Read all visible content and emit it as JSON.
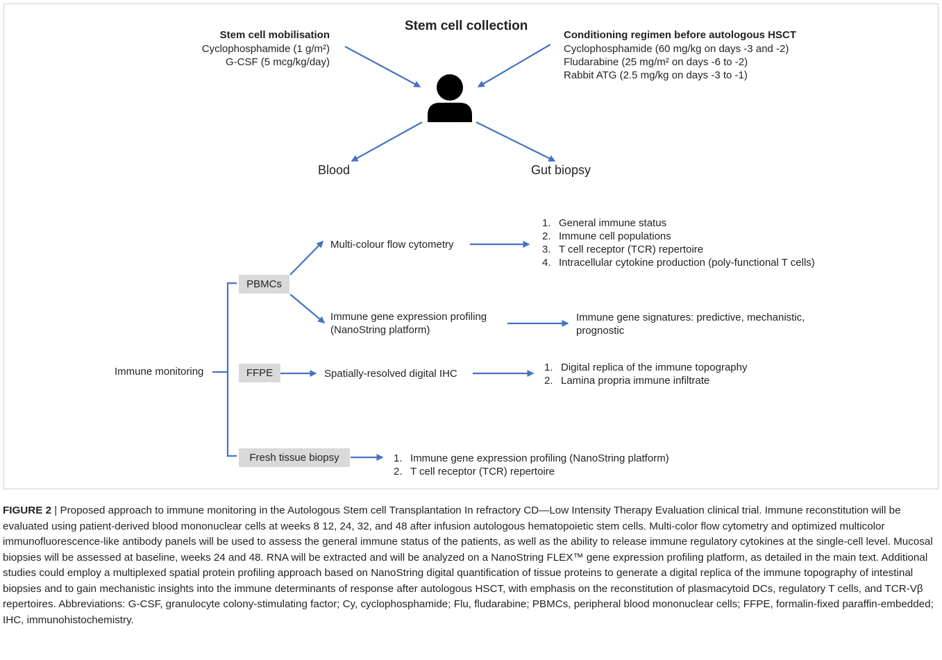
{
  "collection": {
    "title": "Stem cell collection",
    "mobilisation": {
      "heading": "Stem cell mobilisation",
      "lines": [
        "Cyclophosphamide (1 g/m²)",
        "G-CSF (5 mcg/kg/day)"
      ]
    },
    "conditioning": {
      "heading": "Conditioning regimen before autologous HSCT",
      "lines": [
        "Cyclophosphamide (60 mg/kg on days -3 and -2)",
        "Fludarabine (25 mg/m² on days -6 to -2)",
        "Rabbit ATG (2.5 mg/kg on days -3 to -1)"
      ]
    },
    "outputs": {
      "blood": "Blood",
      "gut": "Gut biopsy"
    }
  },
  "monitoring": {
    "root_label": "Immune monitoring",
    "pbmcs": {
      "label": "PBMCs",
      "flow": {
        "method": "Multi-colour flow cytometry",
        "outcomes": [
          "General immune status",
          "Immune  cell populations",
          "T cell receptor (TCR) repertoire",
          "Intracellular  cytokine production (poly-functional  T cells)"
        ]
      },
      "gene": {
        "method_line1": "Immune  gene expression profiling",
        "method_line2": "(NanoString platform)",
        "outcome_line1": "Immune gene signatures: predictive, mechanistic,",
        "outcome_line2": "prognostic"
      }
    },
    "ffpe": {
      "label": "FFPE",
      "method": "Spatially-resolved digital IHC",
      "outcomes": [
        "Digital replica of the immune topography",
        "Lamina propria immune infiltrate"
      ]
    },
    "fresh": {
      "label": "Fresh tissue biopsy",
      "outcomes": [
        "Immune  gene expression profiling (NanoString platform)",
        "T cell receptor (TCR) repertoire"
      ]
    }
  },
  "caption": {
    "figure_label": "FIGURE 2",
    "separator": " | ",
    "text": "Proposed approach to immune monitoring in the Autologous Stem cell Transplantation In refractory CD—Low Intensity Therapy Evaluation clinical trial. Immune reconstitution will be evaluated using patient-derived blood mononuclear cells at weeks 8 12, 24, 32, and 48 after infusion autologous hematopoietic stem cells. Multi-color flow cytometry and optimized multicolor immunofluorescence-like antibody panels will be used to assess the general immune status of the patients, as well as the ability to release immune regulatory cytokines at the single-cell level. Mucosal biopsies will be assessed at baseline, weeks 24 and 48. RNA will be extracted and will be analyzed on a NanoString FLEX™ gene expression profiling platform, as detailed in the main text. Additional studies could employ a multiplexed spatial protein profiling approach based on NanoString digital quantification of tissue proteins to generate a digital replica of the immune topography of intestinal biopsies and to gain mechanistic insights into the immune determinants of response after autologous HSCT, with emphasis on the reconstitution of plasmacytoid DCs, regulatory T cells, and TCR-Vβ repertoires. Abbreviations: G-CSF, granulocyte colony-stimulating factor; Cy, cyclophosphamide; Flu, fludarabine; PBMCs, peripheral blood mononuclear cells; FFPE, formalin-fixed paraffin-embedded; IHC, immunohistochemistry."
  },
  "colors": {
    "arrow": "#4472c4",
    "box": "#d9d9d9",
    "icon": "#000000"
  },
  "icons": {
    "person": "person-icon"
  }
}
